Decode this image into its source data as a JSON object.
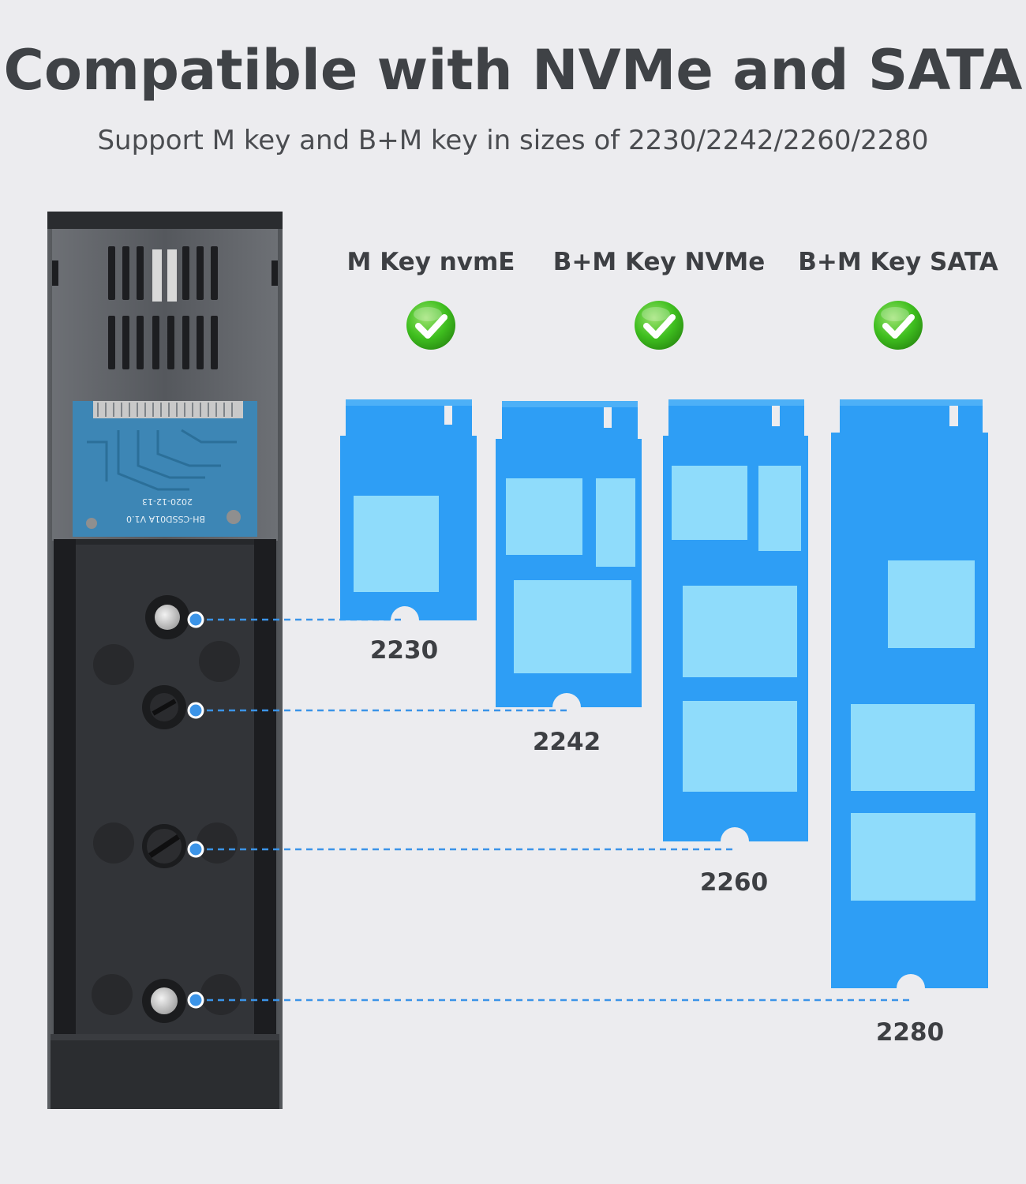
{
  "header": {
    "title": "Compatible with NVMe and SATA",
    "subtitle": "Support M key and B+M key in sizes of 2230/2242/2260/2280"
  },
  "key_types": [
    {
      "label": "M Key nvmE",
      "status_icon": "check-icon"
    },
    {
      "label": "B+M Key NVMe",
      "status_icon": "check-icon"
    },
    {
      "label": "B+M Key SATA",
      "status_icon": "check-icon"
    }
  ],
  "ssd_sizes": [
    "2230",
    "2242",
    "2260",
    "2280"
  ],
  "board_print": {
    "date": "2020-12-13",
    "model": "BH-CSSD01A V1.0"
  },
  "colors": {
    "ssd_blue": "#2e9ef5",
    "ssd_chip": "#8fdcfb",
    "check_green": "#3fbf1f",
    "dash_line": "#3b94e8",
    "pcb_blue": "#3d86b5",
    "enclosure": "#2f3134"
  }
}
